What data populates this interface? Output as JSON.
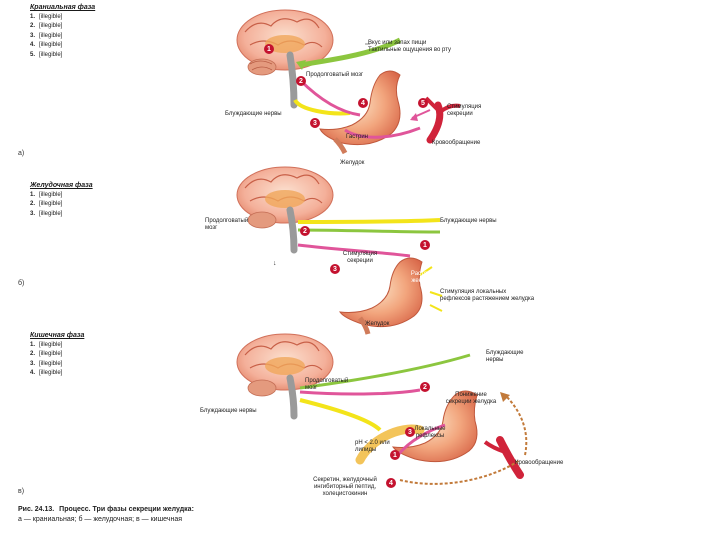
{
  "panel_a": {
    "title": "Краниальная фаза",
    "letter": "а)",
    "steps": [
      {
        "num": "1.",
        "text": "[illegible]"
      },
      {
        "num": "2.",
        "text": "[illegible]"
      },
      {
        "num": "3.",
        "text": "[illegible]"
      },
      {
        "num": "4.",
        "text": "[illegible]"
      },
      {
        "num": "5.",
        "text": "[illegible]"
      }
    ],
    "labels": {
      "taste": "Вкус или запах пищи\nТактильные ощущения во рту",
      "medulla": "Продолговатый мозг",
      "vagus": "Блуждающие нервы",
      "gastrin": "Гастрин",
      "stimulus": "Стимуляция секреции",
      "blood": "Кровообращение",
      "stomach": "Желудок"
    },
    "badges": [
      "1",
      "2",
      "3",
      "4",
      "5"
    ]
  },
  "panel_b": {
    "title": "Желудочная фаза",
    "letter": "б)",
    "steps": [
      {
        "num": "1.",
        "text": "[illegible]"
      },
      {
        "num": "2.",
        "text": "[illegible]"
      },
      {
        "num": "3.",
        "text": "[illegible]"
      }
    ],
    "labels": {
      "medulla": "Продолговатый мозг",
      "vagus": "Блуждающие нервы",
      "stimulus": "Стимуляция секреции",
      "distension": "Растя-жение",
      "reflex": "Стимуляция локальных рефлексов растяжением желудка",
      "stomach": "Желудок"
    },
    "badges": [
      "1",
      "2",
      "3"
    ]
  },
  "panel_c": {
    "title": "Кишечная фаза",
    "letter": "в)",
    "steps": [
      {
        "num": "1.",
        "text": "[illegible]"
      },
      {
        "num": "2.",
        "text": "[illegible]"
      },
      {
        "num": "3.",
        "text": "[illegible]"
      },
      {
        "num": "4.",
        "text": "[illegible]"
      }
    ],
    "labels": {
      "medulla": "Продолговатый мозг",
      "vagus_left": "Блуждающие нервы",
      "vagus_right": "Блуждающие нервы",
      "decrease": "Понижение секреции желудка",
      "local": "Локальные рефлексы",
      "ph": "pH < 2.0 или липиды",
      "secretin": "Секретин, желудочный ингибиторный пептид, холецистокинин",
      "blood": "Кровообращение"
    },
    "badges": [
      "1",
      "2",
      "3",
      "4"
    ]
  },
  "caption": {
    "title": "Рис. 24.13.",
    "body": "Процесс. Три фазы секреции желудка:",
    "legend": "а — краниальная; б — желудочная; в — кишечная"
  },
  "colors": {
    "badge": "#c4122f",
    "nerve_yellow": "#f3e41a",
    "nerve_green": "#8cc63f",
    "brain_pink": "#f4b6a2",
    "brain_orange": "#f0a65a",
    "stomach": "#f2a488",
    "arrow_pink": "#e0559a",
    "vessel": "#d0233a"
  }
}
